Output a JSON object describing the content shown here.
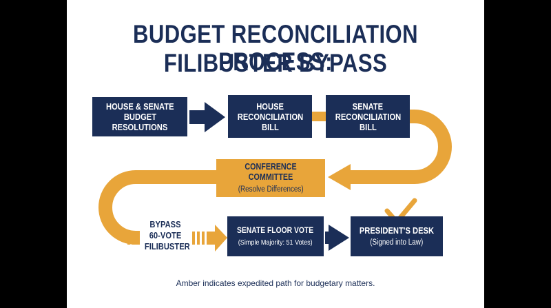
{
  "title": {
    "line1": "BUDGET RECONCILIATION PROCESS:",
    "line2": "FILIBUSTER BYPASS"
  },
  "steps": {
    "resolutions": {
      "line1": "HOUSE & SENATE",
      "line2": "BUDGET",
      "line3": "RESOLUTIONS"
    },
    "house_bill": {
      "line1": "HOUSE",
      "line2": "RECONCILIATION",
      "line3": "BILL"
    },
    "senate_bill": {
      "line1": "SENATE",
      "line2": "RECONCILIATION",
      "line3": "BILL"
    },
    "conference": {
      "title": "CONFERENCE COMMITTEE",
      "subtitle": "(Resolve Differences)"
    },
    "floor_vote": {
      "title": "SENATE FLOOR VOTE",
      "subtitle": "(Simple Majority: 51 Votes)"
    },
    "president": {
      "title": "PRESIDENT'S DESK",
      "subtitle": "(Signed into Law)"
    }
  },
  "bypass": {
    "line1": "BYPASS",
    "line2": "60-VOTE",
    "line3": "FILIBUSTER"
  },
  "note": "Amber indicates expedited path for budgetary matters.",
  "colors": {
    "navy": "#1b2e57",
    "amber": "#e8a53a",
    "background": "#ffffff"
  },
  "icons": {
    "check": "check-icon"
  }
}
